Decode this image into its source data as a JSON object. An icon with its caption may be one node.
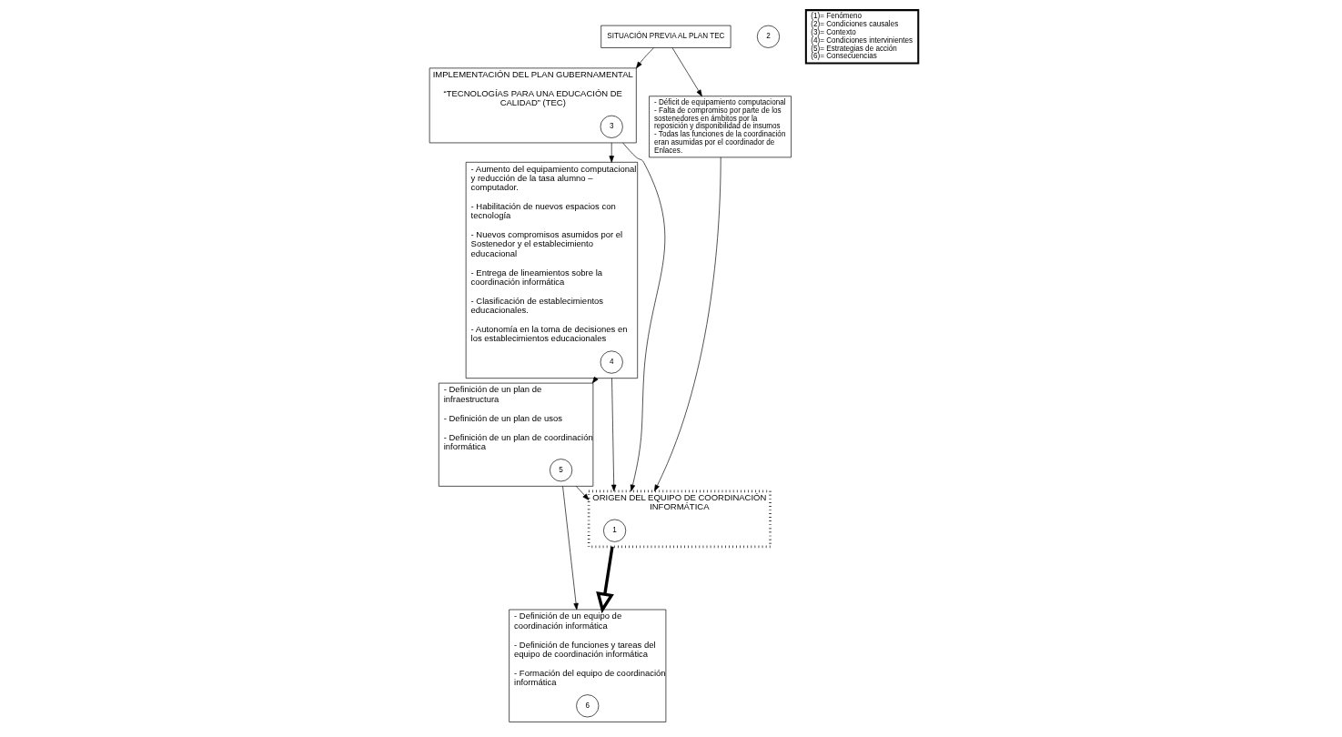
{
  "diagram": {
    "nodes": [
      {
        "text": [
          "- Aumento del equipamiento computacional y reducción de la tasa alumno – computador.",
          "- Habilitación de nuevos espacios con tecnología",
          "- Nuevos compromisos asumidos por el Sostenedor y el establecimiento educacional",
          "- Entrega de lineamientos sobre la coordinación informática",
          "- Clasificación de establecimientos educacionales.",
          "- Autonomía en la toma de decisiones en los establecimientos educacionales"
        ]
      },
      {
        "text": [
          "4"
        ],
        "in": 0
      },
      {
        "text": [
          "IMPLEMENTACIÓN DEL PLAN GUBERNAMENTAL",
          "“TECNOLOGÍAS PARA UNA EDUCACIÓN DE CALIDAD” (TEC)"
        ]
      },
      {
        "text": [
          "3"
        ],
        "in": 2
      },
      {
        "text": [
          "SITUACIÓN PREVIA AL PLAN TEC"
        ]
      },
      {
        "text": [
          "2"
        ]
      },
      {
        "text": [
          "- Déficit de equipamiento computacional",
          "- Falta de compromiso por parte de los sostenedores en ámbitos por la reposición y disponibilidad de insumos",
          "- Todas las funciones de la coordinación eran asumidas por el coordinador de Enlaces."
        ]
      },
      {
        "text": [
          "ORIGEN DEL EQUIPO DE COORDINACIÓN INFORMÁTICA"
        ]
      },
      {
        "text": [
          "1"
        ],
        "in": 7
      },
      {
        "text": [
          "- Definición de un plan de infraestructura",
          "- Definición de un plan de usos",
          "- Definición de un plan de coordinación informática"
        ]
      },
      {
        "text": [
          "5"
        ],
        "in": 9
      },
      {
        "text": [
          "- Definición de un equipo de coordinación informática",
          "- Definición de funciones y tareas del equipo de coordinación informática",
          "- Formación del equipo de coordinación informática"
        ]
      },
      {
        "text": [
          "6"
        ],
        "in": 11
      },
      {
        "text": [
          "(1)= Fenómeno",
          "(2)= Condiciones causales",
          "(3)= Contexto",
          "(4)= Condiciones intervinientes",
          "(5)= Estrategias de acción",
          "(6)= Consecuencias"
        ]
      }
    ],
    "edges": [
      {
        "from": 2,
        "to": 0,
        "arrow": "to"
      },
      {
        "from": 4,
        "to": 2,
        "arrow": "to"
      },
      {
        "from": 4,
        "to": 6,
        "arrow": "to"
      },
      {
        "from": 2,
        "to": 7,
        "arrow": "to"
      },
      {
        "from": 0,
        "to": 7,
        "arrow": "to"
      },
      {
        "from": 6,
        "to": 7,
        "arrow": "to"
      },
      {
        "from": 0,
        "to": 9,
        "arrow": "to"
      },
      {
        "from": 9,
        "to": 7,
        "arrow": "to"
      },
      {
        "from": 9,
        "to": 11,
        "arrow": "to"
      },
      {
        "from": 7,
        "to": 11,
        "arrow": "to",
        "style": "thick"
      }
    ]
  }
}
